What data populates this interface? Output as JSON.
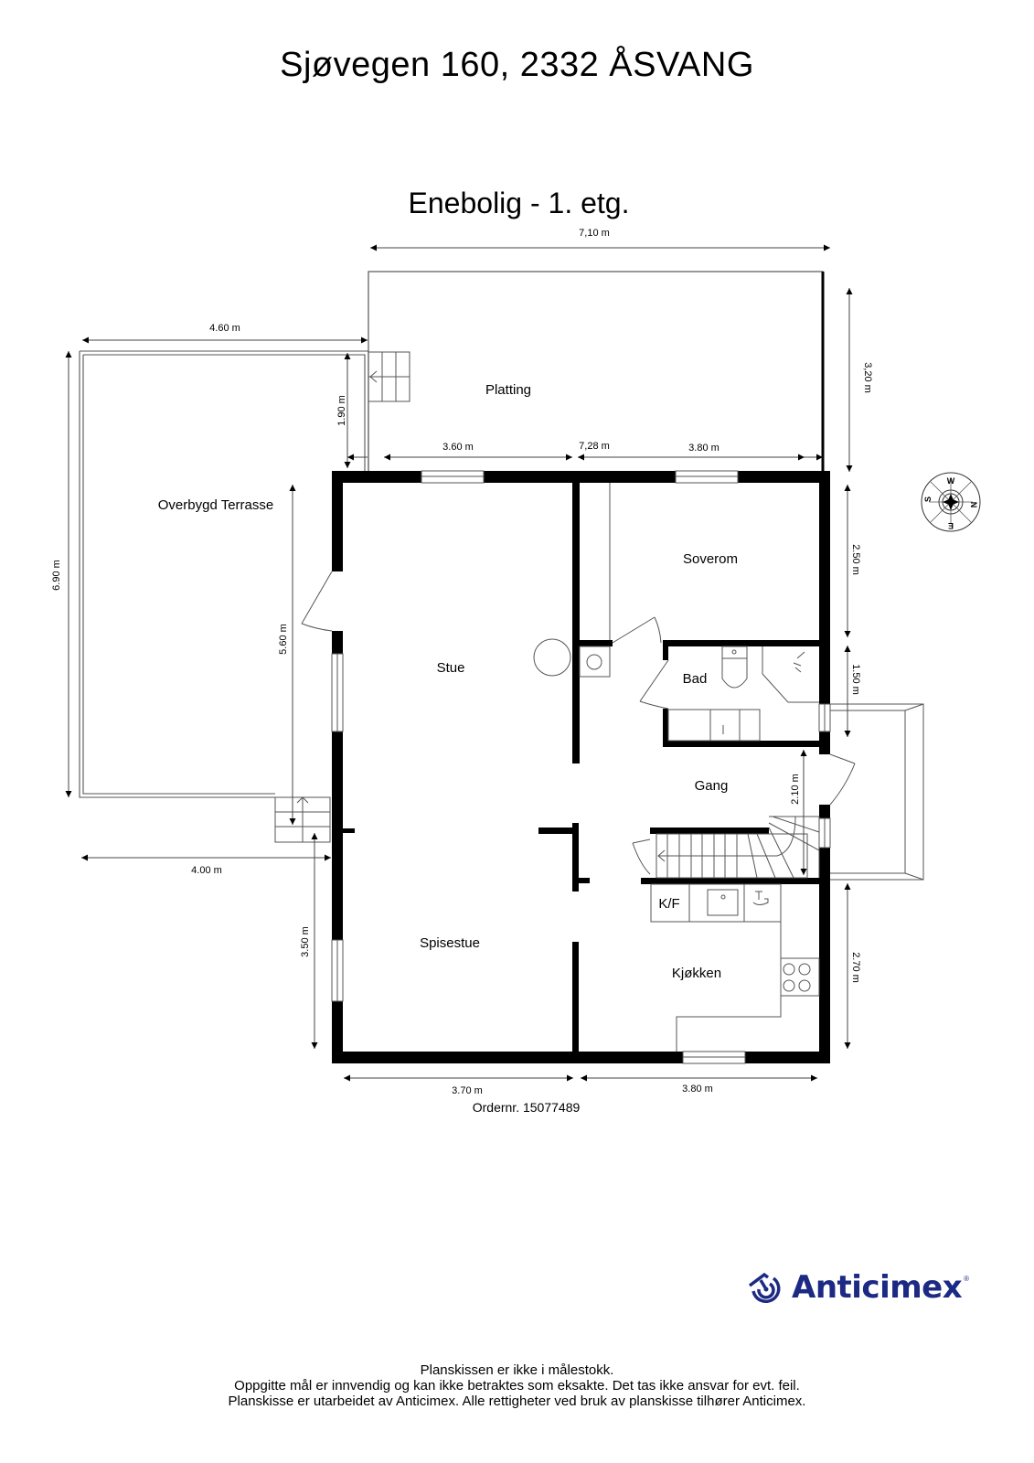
{
  "header": {
    "address": "Sjøvegen 160, 2332 ÅSVANG",
    "floor_title": "Enebolig - 1. etg."
  },
  "rooms": {
    "platting": "Platting",
    "overbygd_terrasse": "Overbygd Terrasse",
    "soverom": "Soverom",
    "stue": "Stue",
    "bad": "Bad",
    "gang": "Gang",
    "spisestue": "Spisestue",
    "kjokken": "Kjøkken",
    "kf": "K/F"
  },
  "dimensions": {
    "total_width_top": "7,10 m",
    "terrace_width": "4.60 m",
    "terrace_stair_height": "1.90 m",
    "platting_left": "3.60 m",
    "platting_total": "7,28 m",
    "platting_right": "3.80 m",
    "platting_height": "3,20 m",
    "terrace_height": "6.90 m",
    "stue_height": "5.60 m",
    "soverom_height": "2.50 m",
    "bad_height": "1.50 m",
    "gang_height": "2.10 m",
    "terrace_bottom_width": "4.00 m",
    "spisestue_height": "3.50 m",
    "kjokken_height": "2.70 m",
    "bottom_left": "3.70 m",
    "bottom_right": "3.80 m"
  },
  "compass": {
    "icon": "compass-rose-icon",
    "labels": {
      "top": "W",
      "right": "N",
      "bottom": "E",
      "left": "S"
    }
  },
  "order": {
    "label": "Ordernr. 15077489"
  },
  "brand": {
    "name": "Anticimex",
    "registered": "®",
    "color": "#1c2a84",
    "icon": "anticimex-logo-icon"
  },
  "footer": {
    "line1": "Planskissen er ikke i målestokk.",
    "line2": "Oppgitte mål er innvendig og kan ikke betraktes som eksakte. Det tas ikke ansvar for evt. feil.",
    "line3": "Planskisse er utarbeidet av Anticimex. Alle rettigheter ved bruk av planskisse tilhører Anticimex."
  }
}
